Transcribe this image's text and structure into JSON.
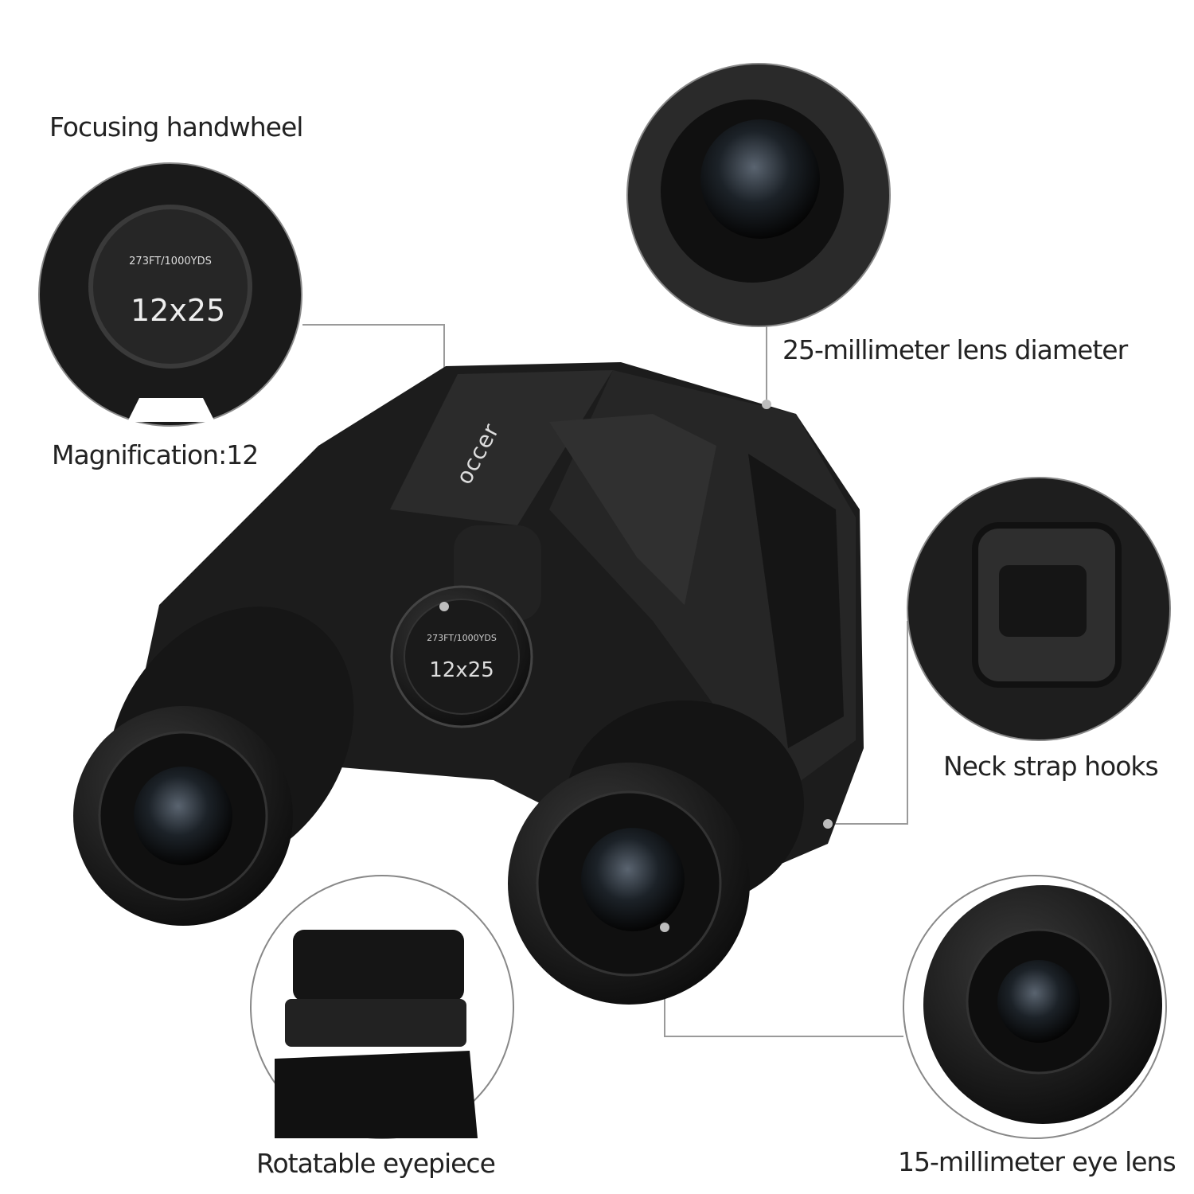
{
  "labels": {
    "focusing_handwheel": "Focusing handwheel",
    "magnification": "Magnification:12",
    "lens_diameter": "25-millimeter lens diameter",
    "neck_strap": "Neck strap hooks",
    "rotatable_eyepiece": "Rotatable eyepiece",
    "eye_lens": "15-millimeter eye lens"
  },
  "product_markings": {
    "brand_logo": "occer",
    "field_of_view": "273FT/1000YDS",
    "spec": "12x25"
  },
  "colors": {
    "body": "#1c1c1c",
    "rubber": "#2a2a2a",
    "line": "#9a9a9a",
    "text": "#222222"
  }
}
